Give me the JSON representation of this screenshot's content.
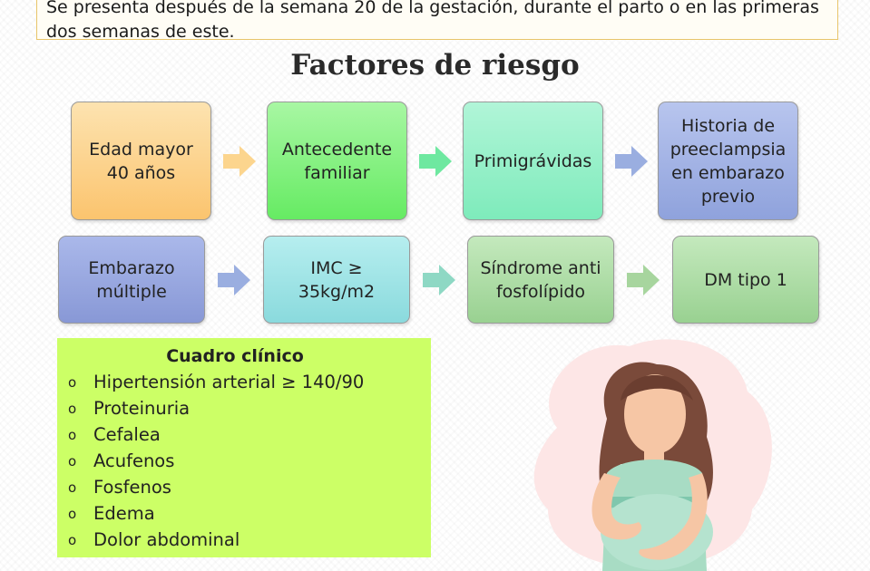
{
  "intro": {
    "line1": "Se presenta después de la semana 20 de la gestación, durante el parto o en las primeras",
    "line2": "dos semanas de este."
  },
  "title": "Factores de riesgo",
  "risk_factors": {
    "row1": [
      {
        "label": "Edad mayor\n40 años"
      },
      {
        "label": "Antecedente\nfamiliar"
      },
      {
        "label": "Primigrávidas"
      },
      {
        "label": "Historia de\npreeclampsia\nen embarazo\nprevio"
      }
    ],
    "row2": [
      {
        "label": "Embarazo\nmúltiple"
      },
      {
        "label": "IMC ≥\n35kg/m2"
      },
      {
        "label": "Síndrome anti\nfosfolípido"
      },
      {
        "label": "DM tipo 1"
      }
    ]
  },
  "clinical": {
    "title": "Cuadro clínico",
    "bullet": "o",
    "items": [
      "Hipertensión arterial ≥ 140/90",
      "Proteinuria",
      "Cefalea",
      "Acufenos",
      "Fosfenos",
      "Edema",
      "Dolor abdominal"
    ]
  },
  "colors": {
    "orange": "#fdd08a",
    "green": "#7ff07a",
    "mint": "#8cf0c2",
    "blue": "#9aabe0",
    "teal": "#9ee2e4",
    "sage": "#a8dba0",
    "clinical_bg": "#ccff66"
  },
  "illustration": {
    "icon": "pregnant-woman-illustration"
  }
}
